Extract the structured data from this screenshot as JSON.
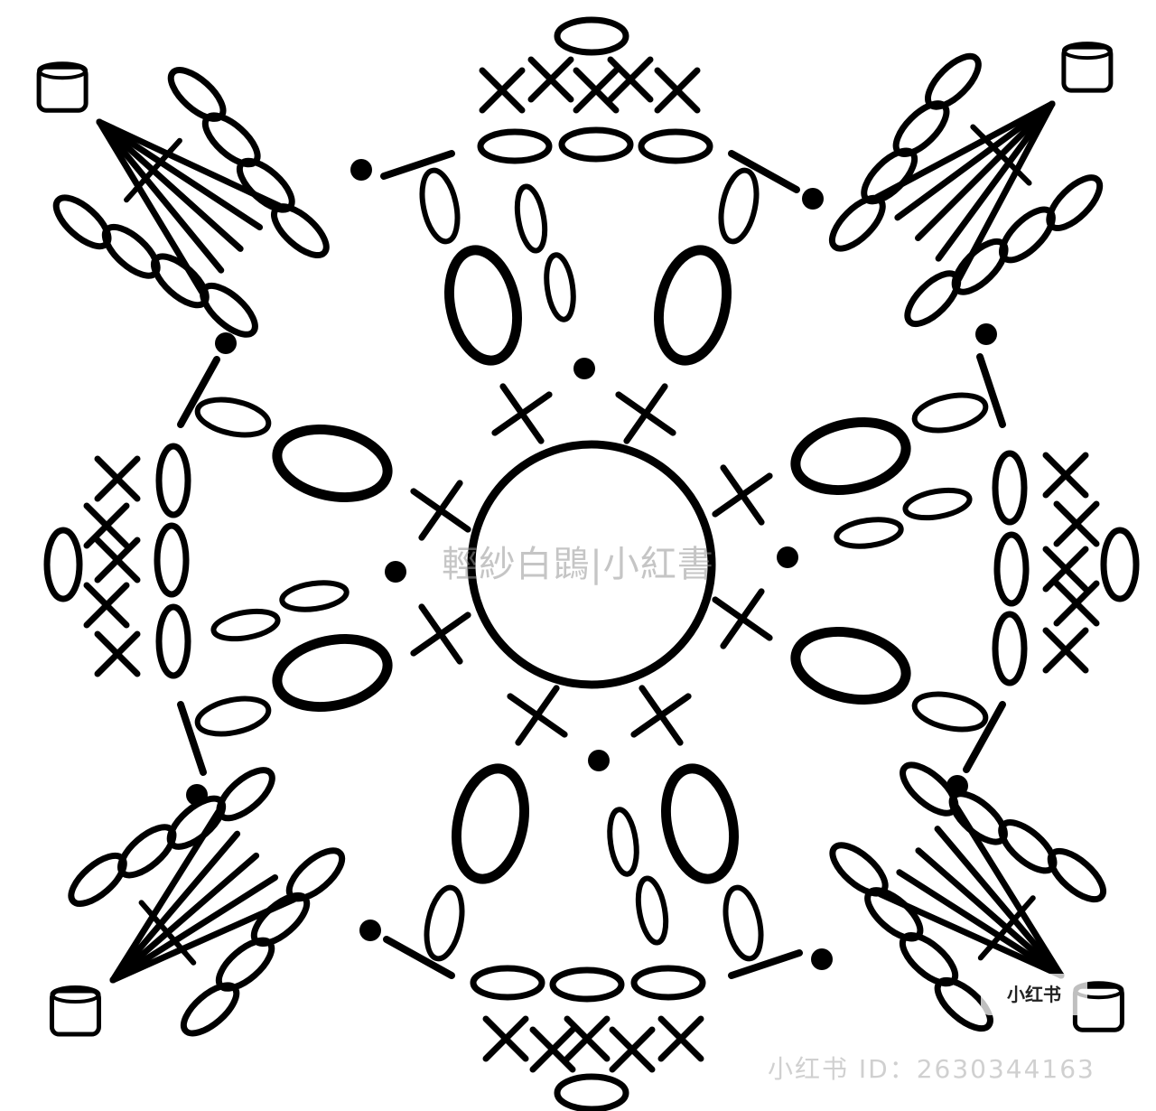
{
  "diagram": {
    "type": "crochet-chart",
    "ink": "#000000",
    "paper": "#ffffff",
    "symbols": [
      "chain",
      "single-crochet",
      "slip-stitch",
      "treble-crochet",
      "magic-ring",
      "picot"
    ]
  },
  "watermarks": {
    "center": "輕紗白鵾|小紅書",
    "logo": "小红书",
    "bottom": "小红书 ID：2630344163"
  }
}
